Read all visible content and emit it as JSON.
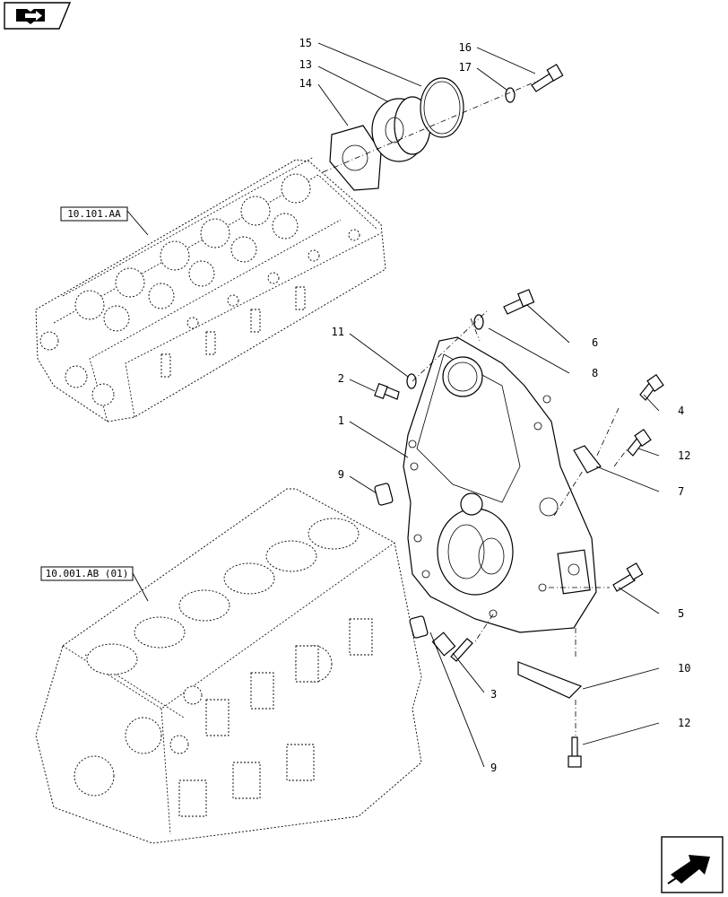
{
  "navigation": {
    "top_icon": "book-arrow-icon",
    "bottom_icon": "next-page-arrow-icon"
  },
  "references": {
    "cylinder_head": "10.101.AA",
    "engine_block": "10.001.AB (01)"
  },
  "callouts": {
    "c1": "1",
    "c2": "2",
    "c3": "3",
    "c4": "4",
    "c5": "5",
    "c6": "6",
    "c7": "7",
    "c8": "8",
    "c9a": "9",
    "c9b": "9",
    "c10": "10",
    "c11": "11",
    "c12a": "12",
    "c12b": "12",
    "c13": "13",
    "c14": "14",
    "c15": "15",
    "c16": "16",
    "c17": "17"
  }
}
